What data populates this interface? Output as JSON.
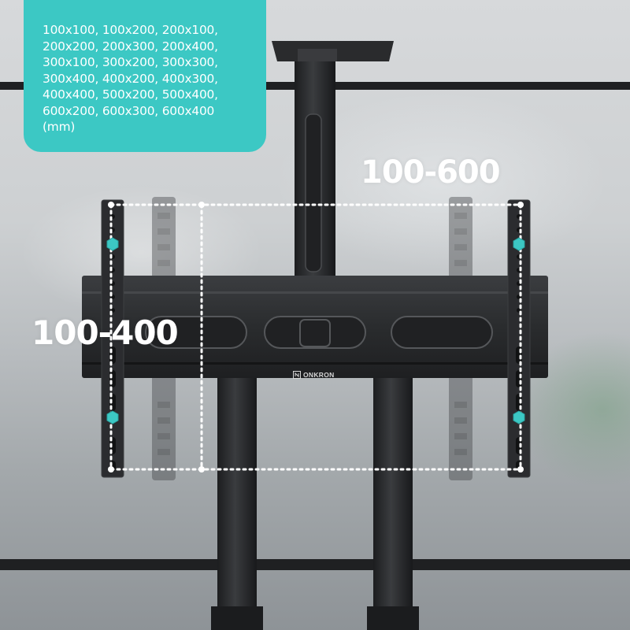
{
  "spec_card": {
    "text": "100x100, 100x200, 200x100, 200x200, 200x300, 200x400, 300x100, 300x200, 300x300, 300x400, 400x200, 400x300, 400x400, 500x200, 500x400, 600x200, 600x300, 600x400 (mm)"
  },
  "dimensions": {
    "width_label": "100-600",
    "height_label": "100-400"
  },
  "brand": {
    "name": "ONKRON"
  },
  "colors": {
    "accent_teal": "#3cc8c4",
    "mount_black": "#2a2b2d"
  }
}
